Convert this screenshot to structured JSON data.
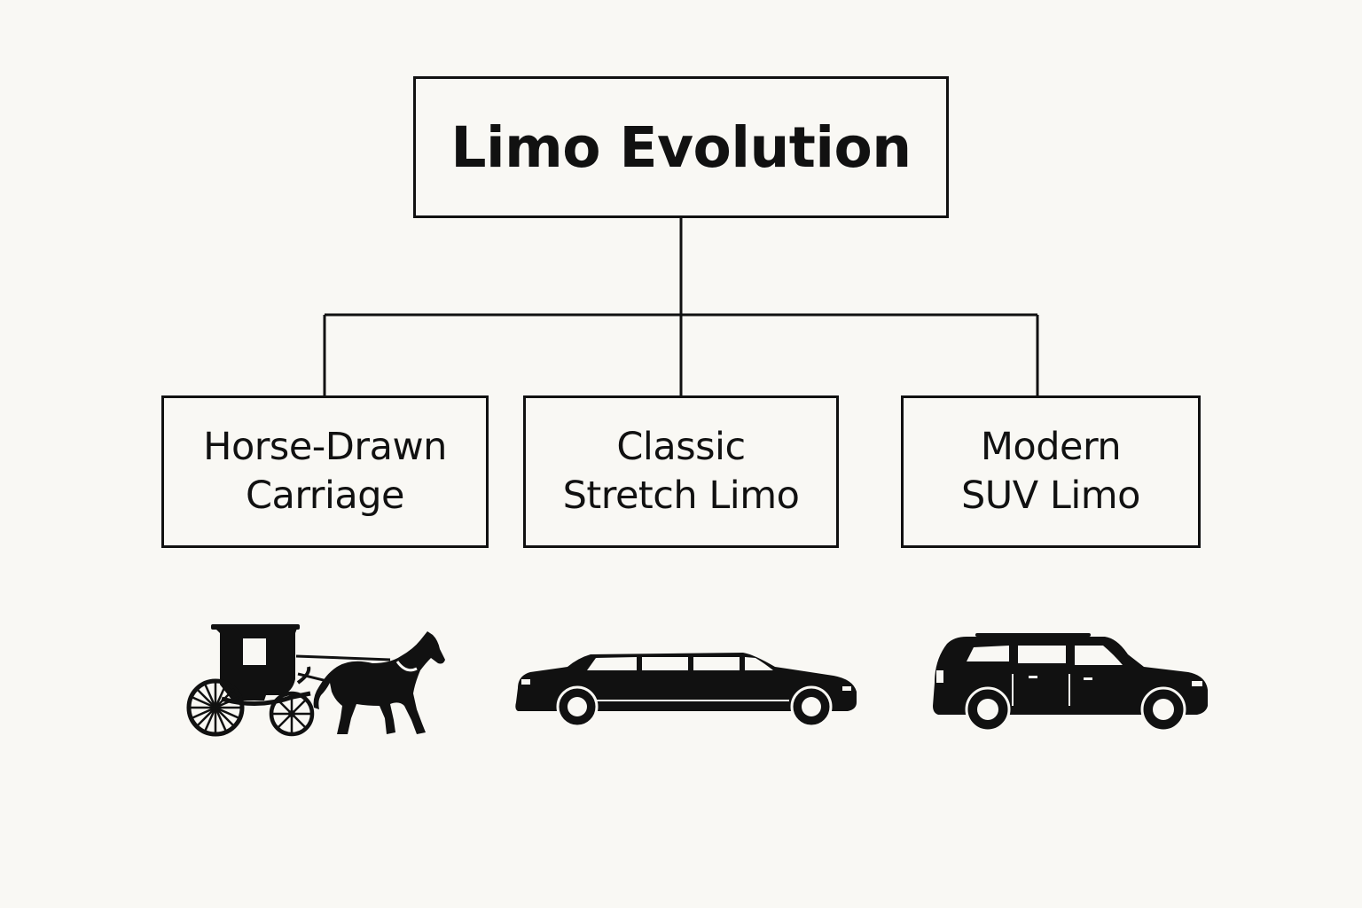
{
  "diagram": {
    "root": {
      "label": "Limo Evolution"
    },
    "children": [
      {
        "line1": "Horse-Drawn",
        "line2": "Carriage",
        "icon": "horse-drawn-carriage-icon"
      },
      {
        "line1": "Classic",
        "line2": "Stretch Limo",
        "icon": "stretch-limo-icon"
      },
      {
        "line1": "Modern",
        "line2": "SUV Limo",
        "icon": "suv-limo-icon"
      }
    ],
    "colors": {
      "ink": "#111111",
      "background": "#f9f8f4"
    }
  }
}
